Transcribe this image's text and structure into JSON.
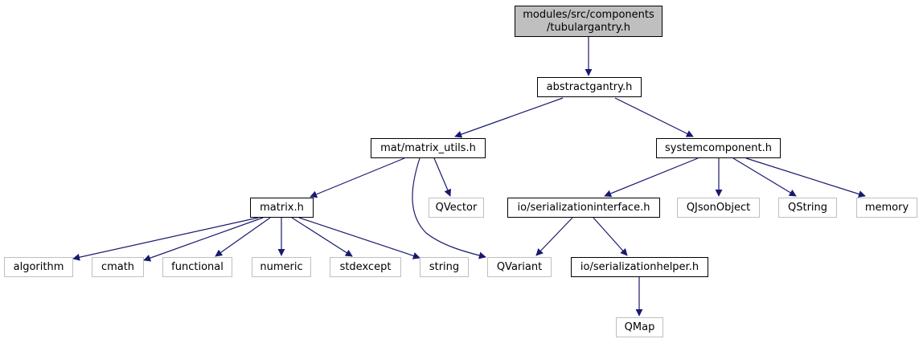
{
  "colors": {
    "edge": "#191970",
    "root_fill": "#bfbfbf",
    "doc_border": "#000000",
    "external_border": "#bfbfbf"
  },
  "nodes": {
    "root": {
      "line1": "modules/src/components",
      "line2": "/tubulargantry.h"
    },
    "abstractgantry": "abstractgantry.h",
    "matrix_utils": "mat/matrix_utils.h",
    "systemcomponent": "systemcomponent.h",
    "matrix": "matrix.h",
    "qvector": "QVector",
    "serializationinterface": "io/serializationinterface.h",
    "qjsonobject": "QJsonObject",
    "qstring": "QString",
    "memory": "memory",
    "algorithm": "algorithm",
    "cmath": "cmath",
    "functional": "functional",
    "numeric": "numeric",
    "stdexcept": "stdexcept",
    "string": "string",
    "qvariant": "QVariant",
    "serializationhelper": "io/serializationhelper.h",
    "qmap": "QMap"
  }
}
